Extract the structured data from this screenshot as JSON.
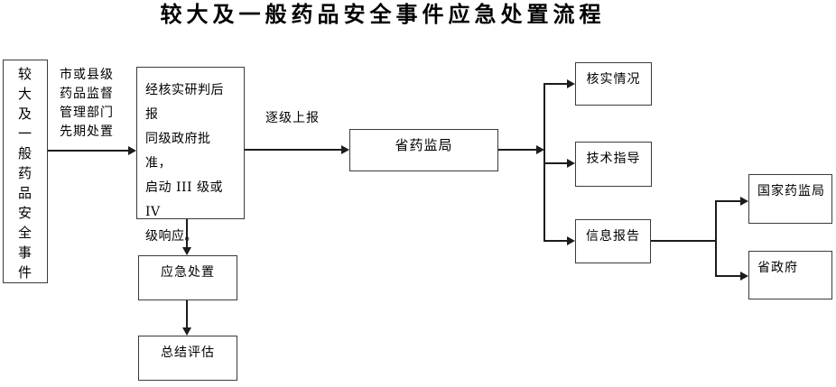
{
  "title": "较大及一般药品安全事件应急处置流程",
  "nodes": {
    "event": "较大及一般药品安全事件",
    "main_process": "经核实研判后报\n同级政府批准，\n启动 III 级或 IV\n级响应。",
    "province_drug_bureau": "省药监局",
    "verify_situation": "核实情况",
    "technical_guidance": "技术指导",
    "information_report": "信息报告",
    "national_drug_bureau": "国家药监局",
    "province_government": "省政府",
    "emergency_disposal": "应急处置",
    "summary_evaluation": "总结评估"
  },
  "edge_labels": {
    "early_disposal": "市或县级\n药品监督\n管理部门\n先期处置",
    "report_up": "逐级上报"
  },
  "colors": {
    "background": "#ffffff",
    "box_border": "#3b3b3b",
    "line": "#1c1c1c",
    "text": "#000000"
  }
}
